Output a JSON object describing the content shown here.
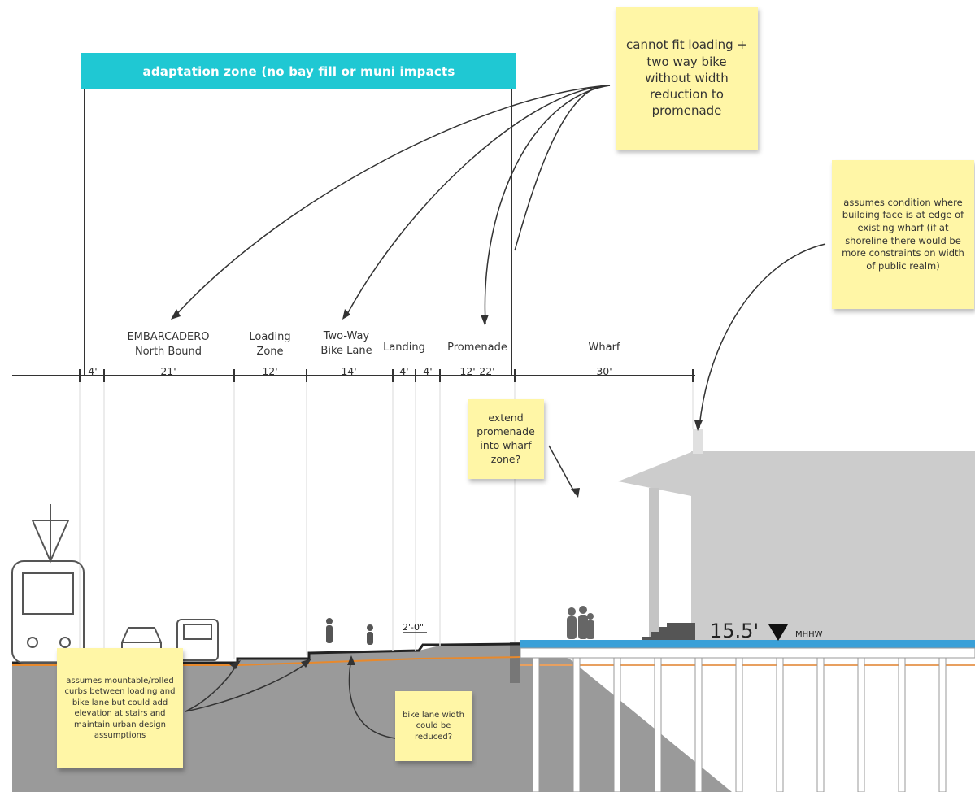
{
  "banner": {
    "label": "adaptation zone (no bay fill or muni impacts"
  },
  "zones": [
    {
      "name": "",
      "width": "4'"
    },
    {
      "name": "EMBARCADERO\nNorth Bound",
      "width": "21'"
    },
    {
      "name": "Loading\nZone",
      "width": "12'"
    },
    {
      "name": "Two-Way\nBike Lane",
      "width": "14'"
    },
    {
      "name": "Landing",
      "width": "4'"
    },
    {
      "name": "",
      "width": "4'"
    },
    {
      "name": "Promenade",
      "width": "12'-22'"
    },
    {
      "name": "Wharf",
      "width": "30'"
    }
  ],
  "notes": {
    "loading_bike": "cannot fit loading + two way bike without width reduction to promenade",
    "building_face": "assumes condition where building face is at edge of existing wharf (if at shoreline there would be more constraints on width of public realm)",
    "extend_promenade": "extend promenade into wharf zone?",
    "curbs": "assumes mountable/rolled curbs between loading and bike lane but could add elevation at stairs and maintain urban design assumptions",
    "bike_width": "bike lane width could be reduced?"
  },
  "elevation": {
    "value": "15.5'",
    "datum": "MHHW"
  },
  "stair_dim": "2'-0\"",
  "colors": {
    "banner": "#1fc8d3",
    "sticky": "#fff6a6",
    "water": "#3aa0d8",
    "grade": "#e8892c",
    "ground": "#9a9a9a",
    "building": "#cccccc"
  }
}
